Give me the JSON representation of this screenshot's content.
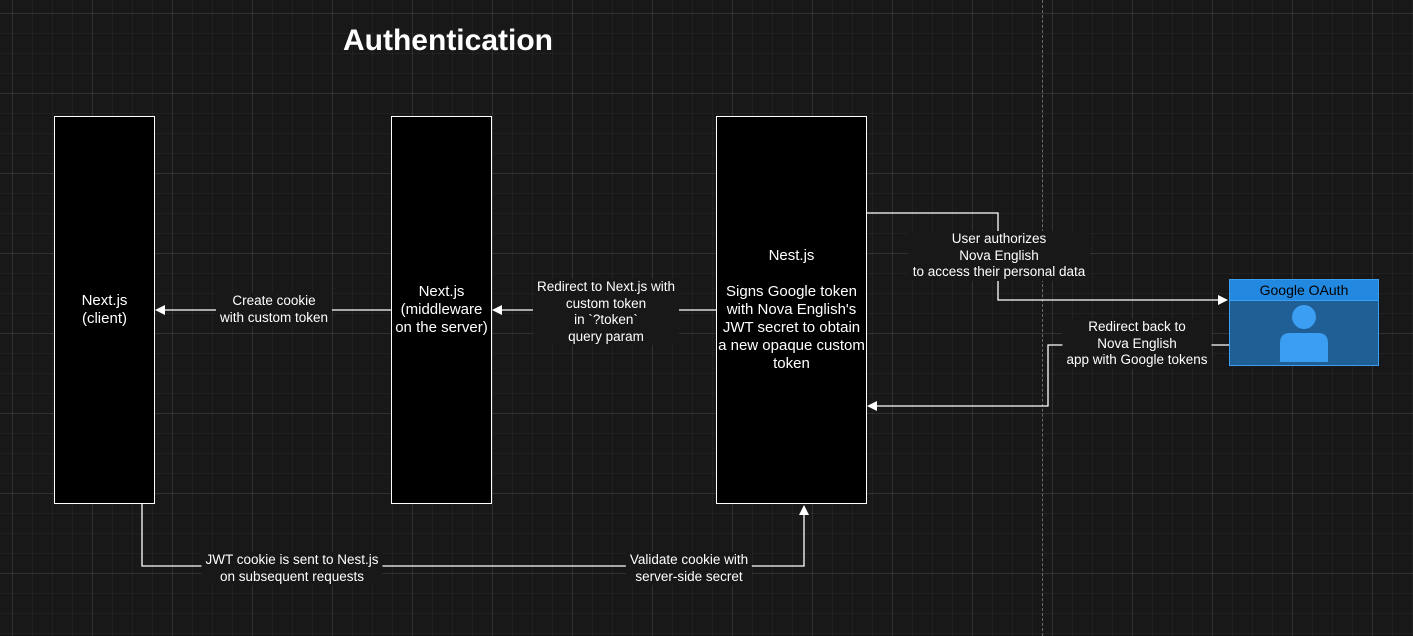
{
  "title": "Authentication",
  "nodes": {
    "client": {
      "label": "Next.js\n(client)"
    },
    "middleware": {
      "label": "Next.js\n(middleware\non the server)"
    },
    "nest": {
      "label": "Nest.js\n\nSigns Google token\nwith Nova English's\nJWT secret to obtain\na new opaque custom\ntoken"
    },
    "oauth": {
      "header": "Google OAuth",
      "icon": "user-icon"
    }
  },
  "edges": {
    "create_cookie": "Create cookie\nwith custom token",
    "redirect_nextjs": "Redirect to Next.js with\ncustom token\nin `?token`\nquery param",
    "user_authorizes": "User authorizes\nNova English\nto access their personal data",
    "redirect_back": "Redirect back to\nNova English\napp with Google tokens",
    "jwt_cookie": "JWT cookie is sent to Nest.js\non subsequent requests",
    "validate_cookie": "Validate cookie with\nserver-side secret"
  },
  "colors": {
    "background": "#181818",
    "box_border": "#ffffff",
    "oauth_header": "#2388e0",
    "oauth_body": "#1f5f96"
  }
}
